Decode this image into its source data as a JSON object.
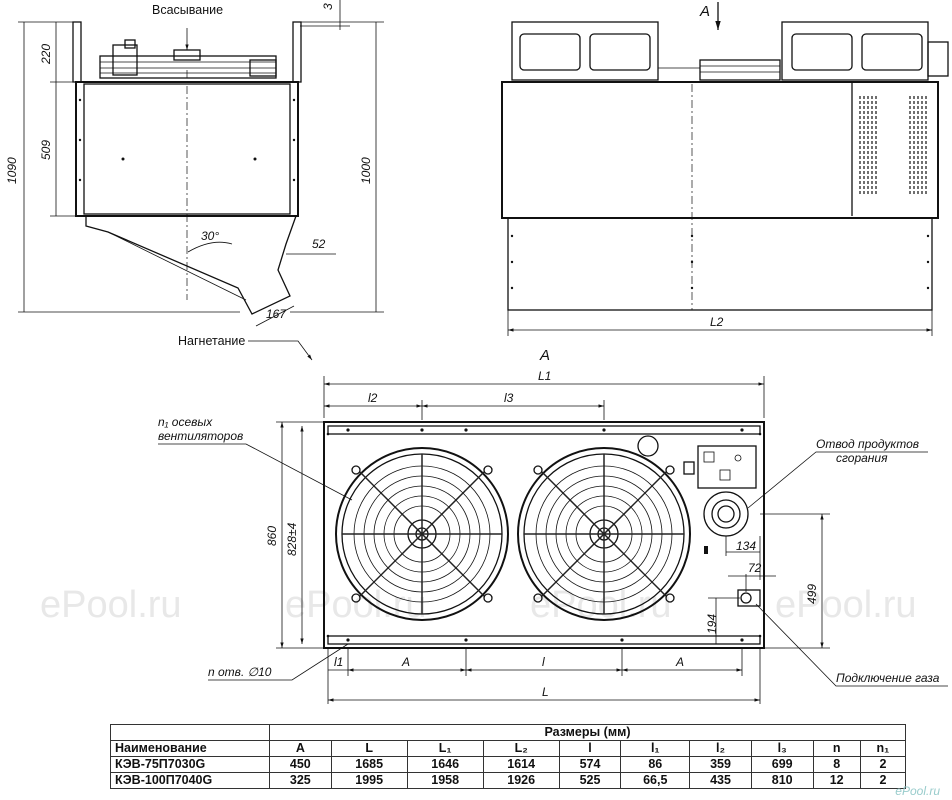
{
  "watermark": "ePool.ru",
  "logo": "ePool.ru",
  "side_view": {
    "suction_label": "Всасывание",
    "discharge_label": "Нагнетание",
    "dims": {
      "d220": "220",
      "d509": "509",
      "d1090": "1090",
      "d1000": "1000",
      "d3": "3",
      "d30deg": "30°",
      "d52": "52",
      "d167": "167"
    }
  },
  "front_view": {
    "view_arrow_label": "A",
    "dims": {
      "L2": "L2"
    }
  },
  "plan_view": {
    "title": "A",
    "labels": {
      "fans": "n₁ осевых вентиляторов",
      "fans_line1": "n₁ осевых",
      "fans_line2": "вентиляторов",
      "flue_line1": "Отвод продуктов",
      "flue_line2": "сгорания",
      "holes": "n отв. ∅10",
      "gas": "Подключение газа"
    },
    "dims": {
      "L1": "L1",
      "l2": "l2",
      "l3": "l3",
      "d860": "860",
      "d828": "828±4",
      "l1": "l1",
      "A": "A",
      "l": "l",
      "L": "L",
      "d134": "134",
      "d72": "72",
      "d194": "194",
      "d499": "499"
    }
  },
  "table": {
    "group_header": "Размеры (мм)",
    "name_header": "Наименование",
    "columns": [
      "A",
      "L",
      "L₁",
      "L₂",
      "l",
      "l₁",
      "l₂",
      "l₃",
      "n",
      "n₁"
    ],
    "rows": [
      {
        "name": "КЭВ-75П7030G",
        "values": [
          "450",
          "1685",
          "1646",
          "1614",
          "574",
          "86",
          "359",
          "699",
          "8",
          "2"
        ]
      },
      {
        "name": "КЭВ-100П7040G",
        "values": [
          "325",
          "1995",
          "1958",
          "1926",
          "525",
          "66,5",
          "435",
          "810",
          "12",
          "2"
        ]
      }
    ]
  }
}
